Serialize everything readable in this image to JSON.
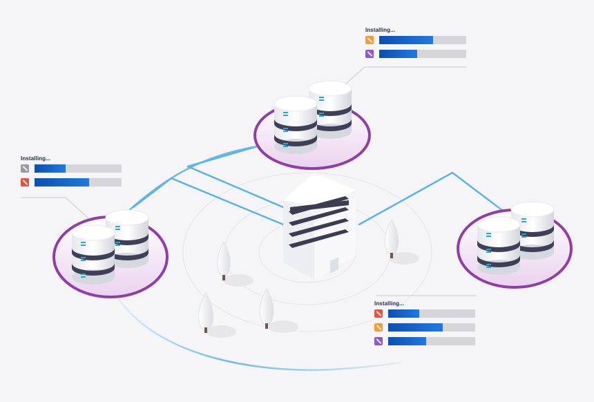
{
  "panels": [
    {
      "id": "top",
      "title": "Installing...",
      "items": [
        {
          "icon": "app-icon-orange",
          "color": "#f39a3a",
          "progress": 0.62
        },
        {
          "icon": "app-icon-purple",
          "color": "#8b5cc9",
          "progress": 0.44
        }
      ]
    },
    {
      "id": "left",
      "title": "Installing...",
      "items": [
        {
          "icon": "app-icon-gray",
          "color": "#9a9aa2",
          "progress": 0.36
        },
        {
          "icon": "app-icon-red",
          "color": "#e0553f",
          "progress": 0.63
        }
      ]
    },
    {
      "id": "right",
      "title": "Installing...",
      "items": [
        {
          "icon": "app-icon-red",
          "color": "#e0553f",
          "progress": 0.36
        },
        {
          "icon": "app-icon-orange",
          "color": "#f39a3a",
          "progress": 0.63
        },
        {
          "icon": "app-icon-purple",
          "color": "#8b5cc9",
          "progress": 0.44
        }
      ]
    }
  ],
  "colors": {
    "connection": "#5bb2e6",
    "ring": "#8e3fa6",
    "bar_fill": "#1260c7",
    "bar_track": "#d6d6da"
  }
}
